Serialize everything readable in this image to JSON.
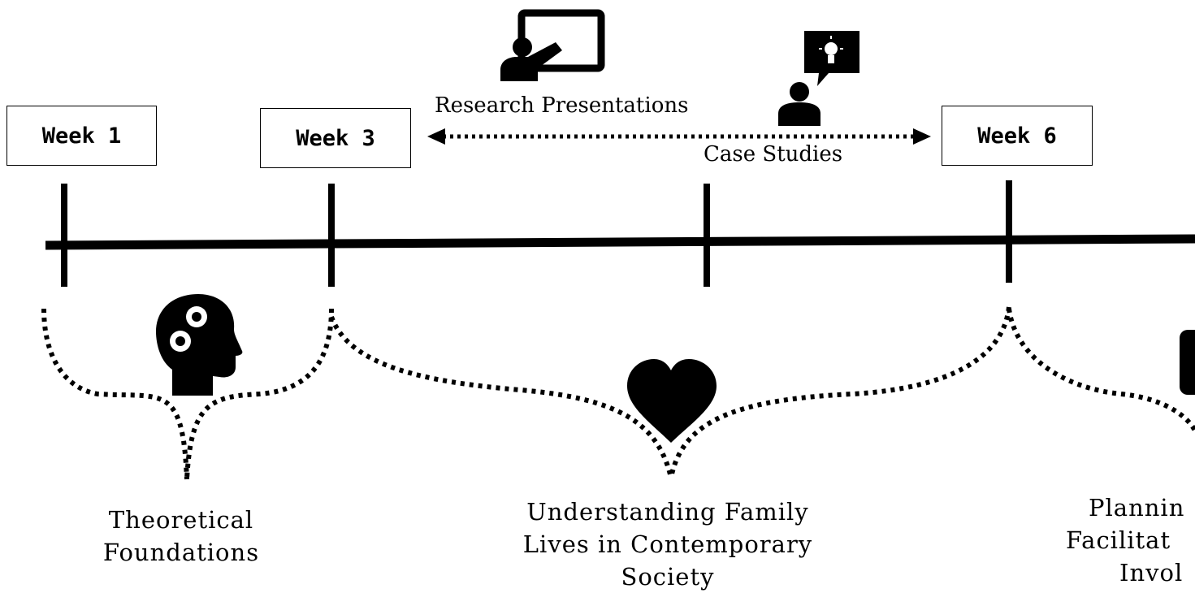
{
  "timeline": {
    "weeks": [
      {
        "label": "Week 1"
      },
      {
        "label": "Week 3"
      },
      {
        "label": "Week 6"
      }
    ],
    "range_arrow": {
      "top_label": "Research Presentations",
      "bottom_label": "Case Studies"
    },
    "phases": [
      {
        "lines": [
          "Theoretical",
          "Foundations"
        ],
        "icon": "head-gears-icon"
      },
      {
        "lines": [
          "Understanding Family",
          "Lives in Contemporary",
          "Society"
        ],
        "icon": "heart-icon"
      },
      {
        "lines": [
          "Plannin",
          "Facilitat",
          "Invol"
        ],
        "icon": "partial-icon"
      }
    ],
    "icons": [
      "presentation-board-icon",
      "person-idea-icon",
      "head-gears-icon",
      "heart-icon"
    ]
  }
}
